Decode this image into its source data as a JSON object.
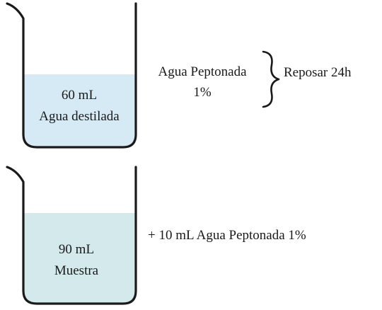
{
  "beaker_top": {
    "line1": "60 mL",
    "line2": "Agua destilada",
    "liquid_color": "#d6eaf6"
  },
  "reagent": {
    "line1": "Agua Peptonada",
    "line2": "1%"
  },
  "step_label": "Reposar 24h",
  "beaker_bottom": {
    "line1": "90 mL",
    "line2": "Muestra",
    "liquid_color": "#d3e9ec"
  },
  "addition_label": "+ 10 mL Agua Peptonada 1%",
  "colors": {
    "outline": "#1a1a1a",
    "background": "#ffffff"
  }
}
